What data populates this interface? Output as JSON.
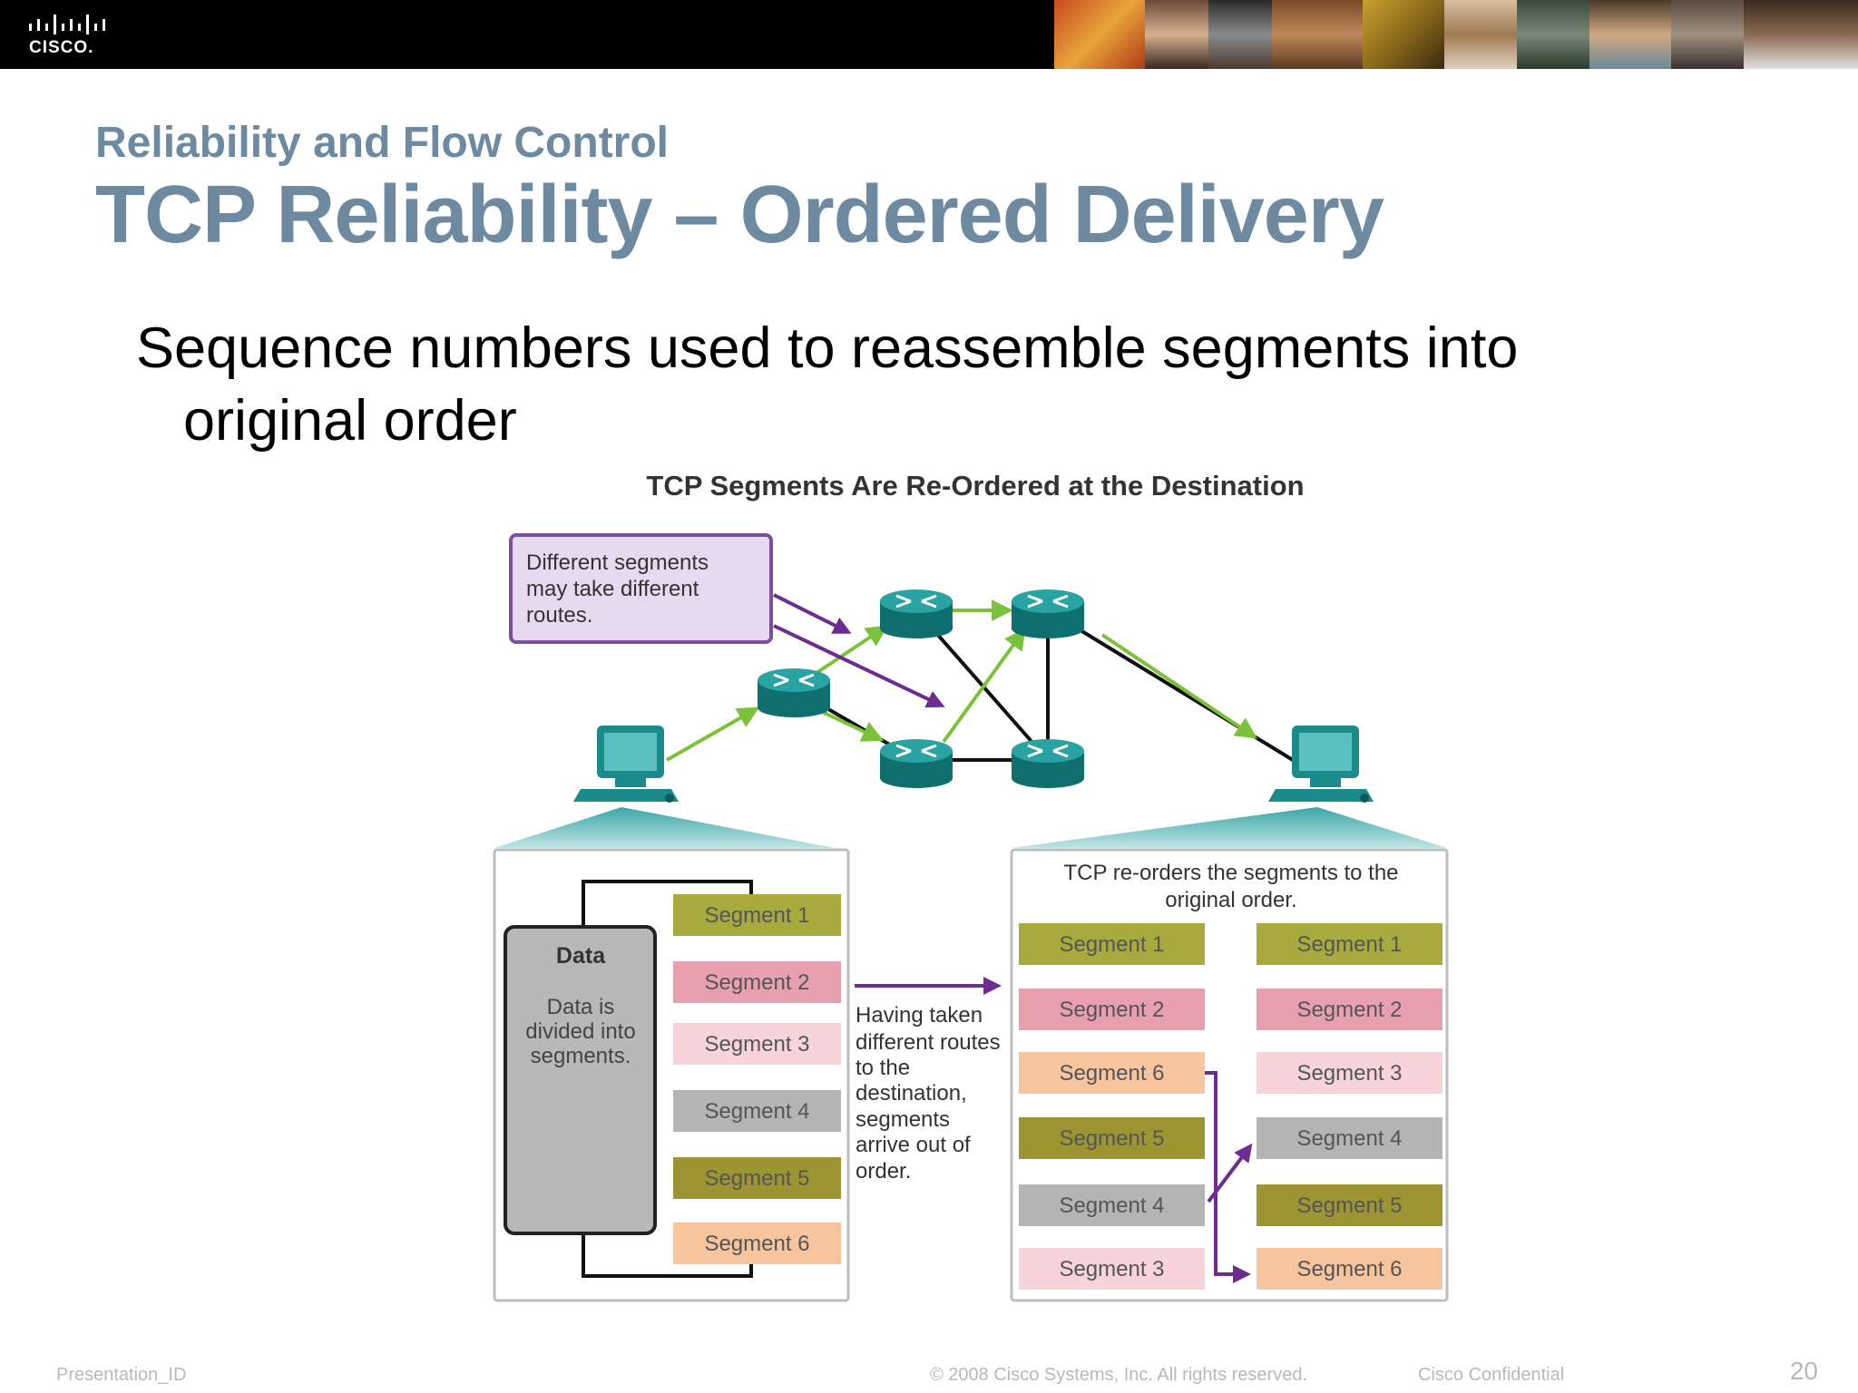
{
  "header": {
    "logo_text": "CISCO."
  },
  "slide": {
    "subtitle": "Reliability and Flow Control",
    "title": "TCP Reliability – Ordered Delivery",
    "bullet_line1": "Sequence numbers used to reassemble segments into",
    "bullet_line2": "original order"
  },
  "diagram": {
    "title": "TCP Segments Are Re-Ordered at the Destination",
    "callout_lines": [
      "Different segments",
      "may take different",
      "routes."
    ],
    "data_label": "Data",
    "data_desc_lines": [
      "Data is",
      "divided into",
      "segments."
    ],
    "source_segments": [
      "Segment 1",
      "Segment 2",
      "Segment 3",
      "Segment 4",
      "Segment 5",
      "Segment 6"
    ],
    "transit_note_lines": [
      "Having taken",
      "different routes",
      "to the",
      "destination,",
      "segments",
      "arrive out of",
      "order."
    ],
    "dest_heading_lines": [
      "TCP re-orders the segments to the",
      "original order."
    ],
    "received_segments": [
      "Segment 1",
      "Segment 2",
      "Segment 6",
      "Segment 5",
      "Segment 4",
      "Segment 3"
    ],
    "reordered_segments": [
      "Segment 1",
      "Segment 2",
      "Segment 3",
      "Segment 4",
      "Segment 5",
      "Segment 6"
    ],
    "segment_colors": {
      "Segment 1": "#a8aa3e",
      "Segment 2": "#e8a0ae",
      "Segment 3": "#f7d3da",
      "Segment 4": "#b4b4b4",
      "Segment 5": "#9d9532",
      "Segment 6": "#f6c59e"
    },
    "colors": {
      "router": "#1a8a8a",
      "green_arrow": "#7cc13a",
      "purple_arrow": "#6b2d8e",
      "callout_fill": "#e6d9f0",
      "callout_border": "#7b4f9e"
    }
  },
  "footer": {
    "presentation_id": "Presentation_ID",
    "copyright": "© 2008 Cisco Systems, Inc. All rights reserved.",
    "confidential": "Cisco Confidential",
    "page_number": "20"
  }
}
